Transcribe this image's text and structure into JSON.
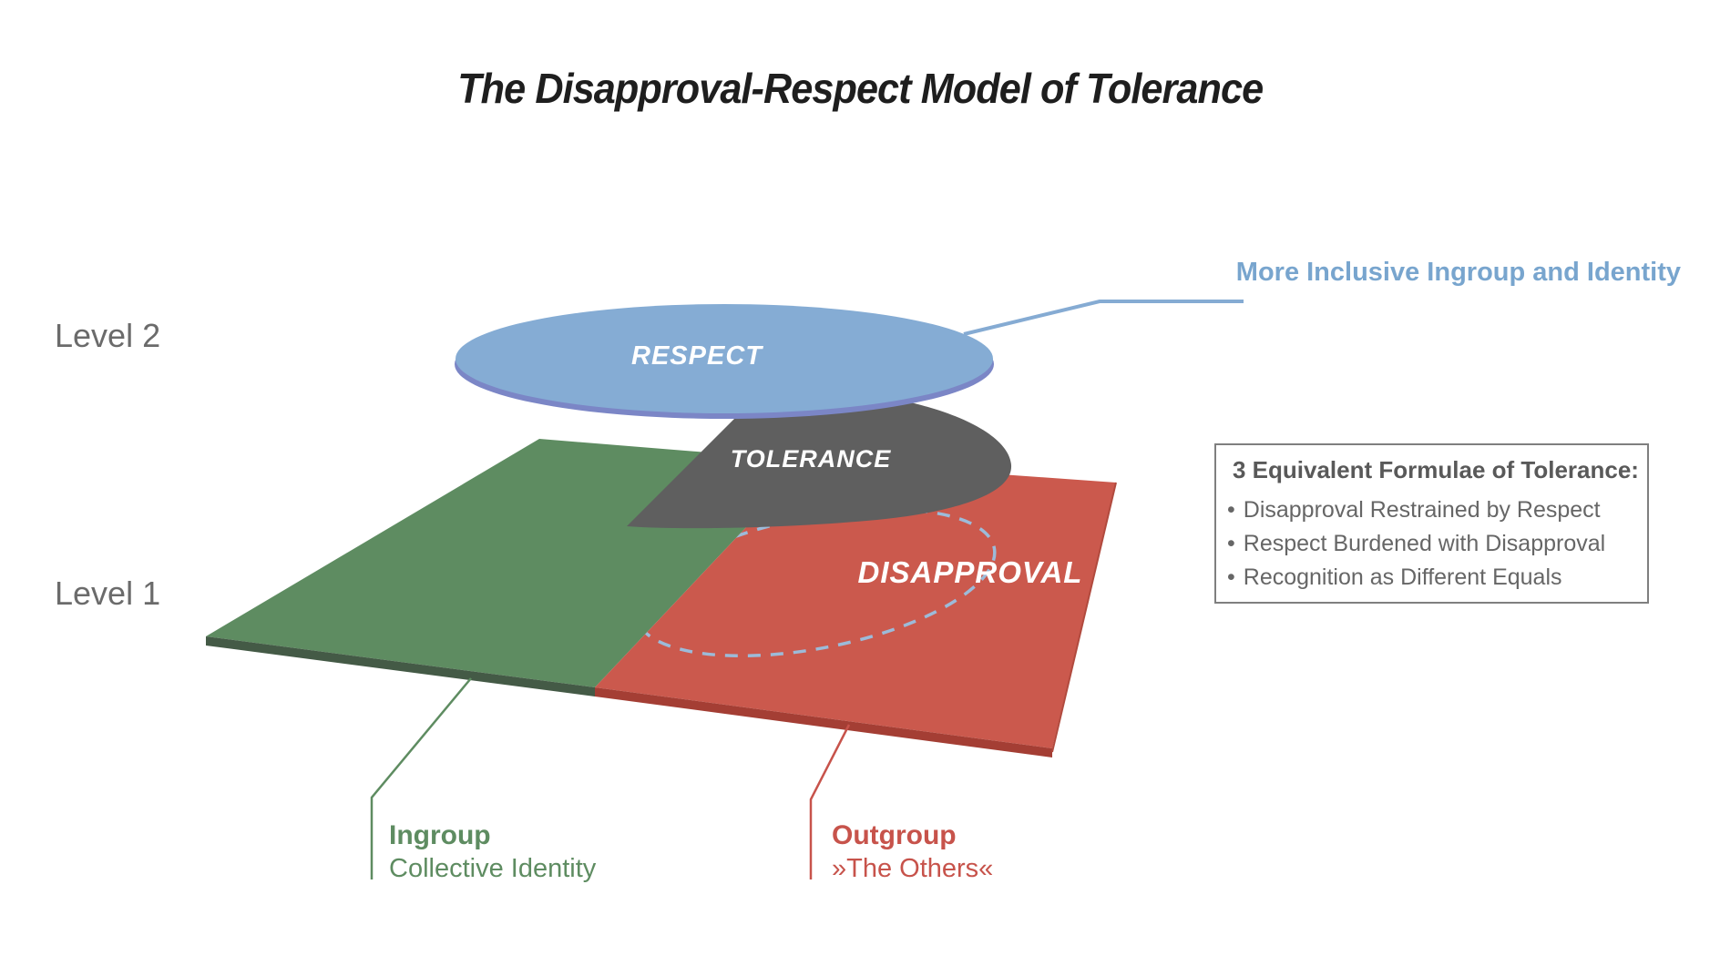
{
  "title": "The Disapproval-Respect Model of Tolerance",
  "axis": {
    "level2": "Level 2",
    "level1": "Level 1"
  },
  "shapes": {
    "respect": "RESPECT",
    "tolerance": "TOLERANCE",
    "disapproval": "DISAPPROVAL"
  },
  "callout": {
    "text": "More Inclusive Ingroup and Identity"
  },
  "formulae_box": {
    "title": "3 Equivalent Formulae of Tolerance:",
    "bullet": "•",
    "items": [
      "Disapproval Restrained by Respect",
      "Respect Burdened with Disapproval",
      "Recognition as Different Equals"
    ]
  },
  "legend": {
    "ingroup_title": "Ingroup",
    "ingroup_subtitle": "Collective Identity",
    "outgroup_title": "Outgroup",
    "outgroup_subtitle": "»The Others«"
  },
  "colors": {
    "respect_fill": "#85ACD4",
    "respect_rim": "#7B86C6",
    "tolerance_fill": "#5F5F5F",
    "ingroup_plane": "#5E8C61",
    "ingroup_plane_side": "#445A46",
    "outgroup_plane": "#CB594D",
    "outgroup_plane_side": "#A43E34",
    "dashed_outline": "#9CBBD9",
    "callout_text": "#78A5CE",
    "level_text": "#6B6B6B",
    "box_text": "#666666",
    "title_text": "#1E1E1E"
  }
}
